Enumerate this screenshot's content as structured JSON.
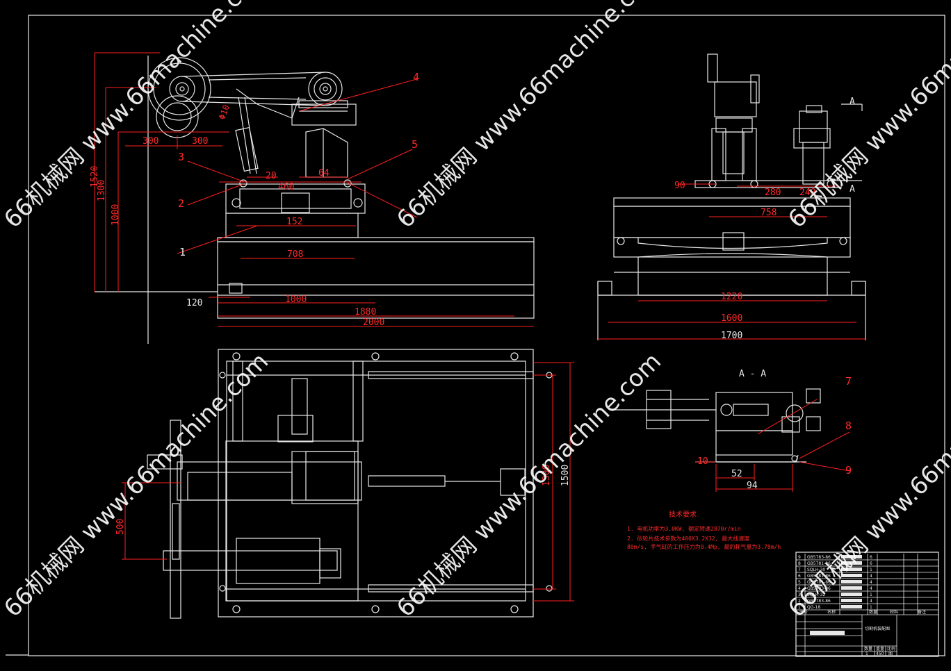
{
  "drawing": {
    "title_block": {
      "drawing_name": "切割机装配图",
      "scale_headers": [
        "数量",
        "重量",
        "比例"
      ],
      "scale_values": [
        "1",
        "450",
        "图"
      ],
      "bom_header": [
        "序号",
        "名称",
        "数量",
        "材料",
        "备注"
      ],
      "bom_rows": [
        {
          "no": "9",
          "code": "GB5783-86",
          "qty": "6"
        },
        {
          "no": "8",
          "code": "GB5781-86",
          "qty": "6"
        },
        {
          "no": "7",
          "code": "SQLH-30",
          "qty": "1"
        },
        {
          "no": "6",
          "code": "GB5781-86",
          "qty": "4"
        },
        {
          "no": "5",
          "code": "GB5781-86",
          "qty": "4"
        },
        {
          "no": "4",
          "code": "GB5783-86",
          "qty": "4"
        },
        {
          "no": "3",
          "code": "SQLH-32",
          "qty": "1"
        },
        {
          "no": "2",
          "code": "GB5783-86",
          "qty": "4"
        },
        {
          "no": "1",
          "code": "QG-18",
          "qty": "1"
        }
      ]
    },
    "tech_requirements": {
      "heading": "技术要求",
      "lines": [
        "1. 电机功率为3.0KW, 额定转速2870r/min",
        "2. 砂轮片技术参数为400X3.2X32, 最大线速度",
        "80m/s, 手气缸的工作压力为0.4Mp, 最的耗气量为3.78m/h"
      ]
    },
    "section_label": "A - A",
    "view_marks": [
      "A",
      "A"
    ],
    "part_labels": [
      "1",
      "2",
      "3",
      "4",
      "5",
      "7",
      "8",
      "9",
      "10"
    ],
    "dims_front": [
      "300",
      "300",
      "Φ10",
      "20",
      "64",
      "460",
      "152",
      "708",
      "1520",
      "1300",
      "1000",
      "120",
      "1000",
      "1880",
      "2000"
    ],
    "dims_side": [
      "90",
      "280",
      "240",
      "758",
      "1220",
      "1600",
      "1700"
    ],
    "dims_top": [
      "1300",
      "1500",
      "500"
    ],
    "dims_section": [
      "52",
      "94"
    ],
    "watermark": "66机械网 www.66machine.com",
    "colors": {
      "background": "#000000",
      "line": "#e8e8e8",
      "dimension": "#ff2020"
    }
  }
}
